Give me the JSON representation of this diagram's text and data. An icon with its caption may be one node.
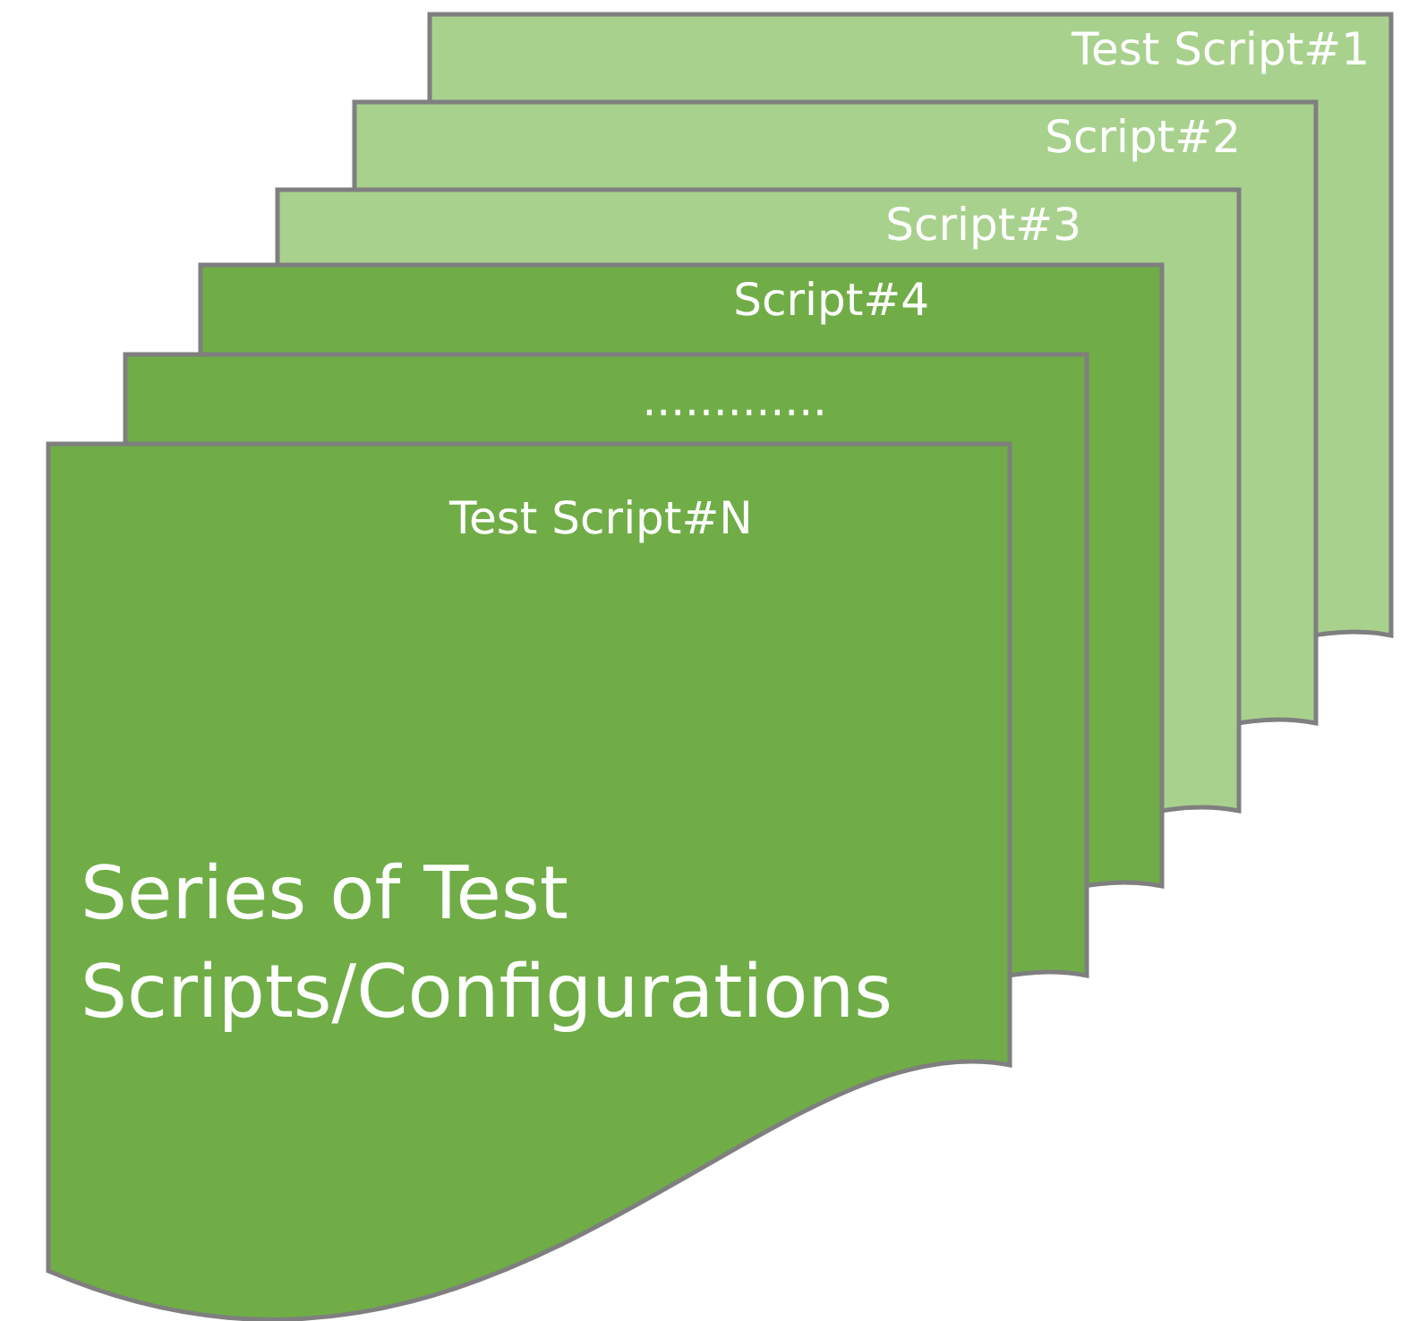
{
  "diagram": {
    "nodes": [
      {
        "text": [
          "Test Script#1"
        ]
      },
      {
        "text": [
          "Script#2"
        ]
      },
      {
        "text": [
          "Script#3"
        ]
      },
      {
        "text": [
          "Script#4"
        ]
      },
      {
        "text": [
          "............."
        ]
      },
      {
        "text": [
          "Test Script#N",
          "Series of Test Scripts/Configurations"
        ]
      }
    ]
  }
}
